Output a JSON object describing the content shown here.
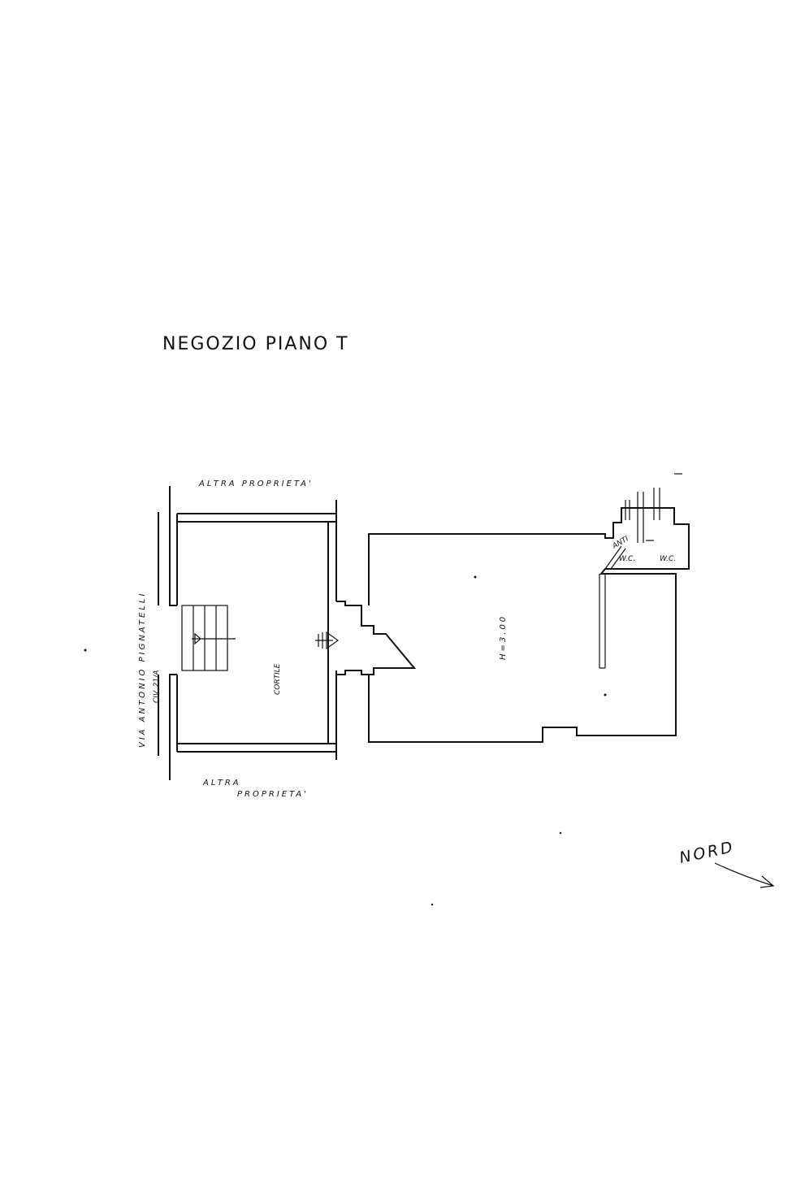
{
  "title": "NEGOZIO PIANO T",
  "labels": {
    "neighbor_top": "ALTRA PROPRIETA'",
    "neighbor_bottom_1": "ALTRA",
    "neighbor_bottom_2": "PROPRIETA'",
    "street": "VIA ANTONIO PIGNATELLI",
    "civic": "CIV. 21/A",
    "courtyard": "CORTILE",
    "height": "H=3.00",
    "wc_1": "W.C.",
    "wc_2": "W.C.",
    "antibagno": "ANTI",
    "north": "NORD"
  },
  "colors": {
    "ink": "#111111",
    "paper": "#ffffff"
  },
  "icons": [
    "north-arrow-icon",
    "entrance-arrow-icon"
  ]
}
